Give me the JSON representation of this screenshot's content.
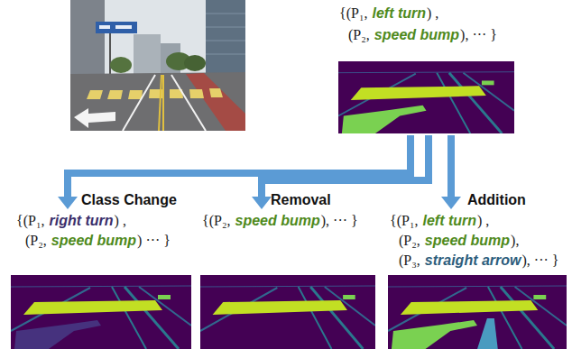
{
  "diagram": {
    "nodes": [
      {
        "text": [
          "{(P₁,",
          "left turn",
          ") ,",
          "(P₂,",
          "speed bump",
          "), ··· }"
        ]
      },
      {
        "text": [
          "{(P₁,",
          "right turn",
          ") ,",
          "(P₂,",
          "speed bump",
          ") ··· }"
        ]
      },
      {
        "text": [
          "{(P₂,",
          "speed bump",
          "), ··· }"
        ]
      },
      {
        "text": [
          "{(P₁,",
          "left turn",
          ") ,",
          "(P₂,",
          "speed bump",
          "),",
          "(P₃,",
          "straight arrow",
          "), ··· }"
        ]
      }
    ],
    "edges": [
      {
        "from": 0,
        "to": 1,
        "arrow": "to",
        "label": "Class Change"
      },
      {
        "from": 0,
        "to": 2,
        "arrow": "to",
        "label": "Removal"
      },
      {
        "from": 0,
        "to": 3,
        "arrow": "to",
        "label": "Addition"
      }
    ]
  }
}
